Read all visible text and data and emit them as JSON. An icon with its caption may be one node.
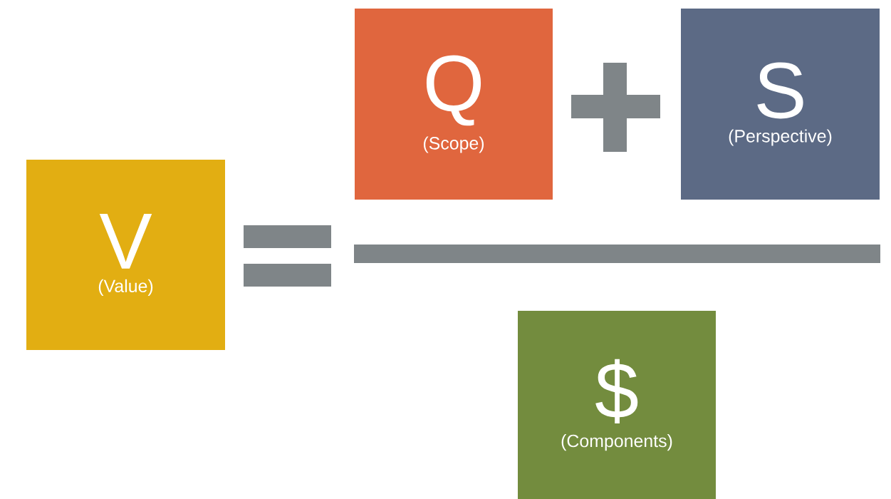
{
  "diagram": {
    "nodes": [
      {
        "text": [
          "V",
          "(Value)"
        ]
      },
      {
        "text": [
          "Q",
          "(Scope)"
        ]
      },
      {
        "text": [
          "S",
          "(Perspective)"
        ]
      },
      {
        "text": [
          "$",
          "(Components)"
        ]
      }
    ]
  }
}
